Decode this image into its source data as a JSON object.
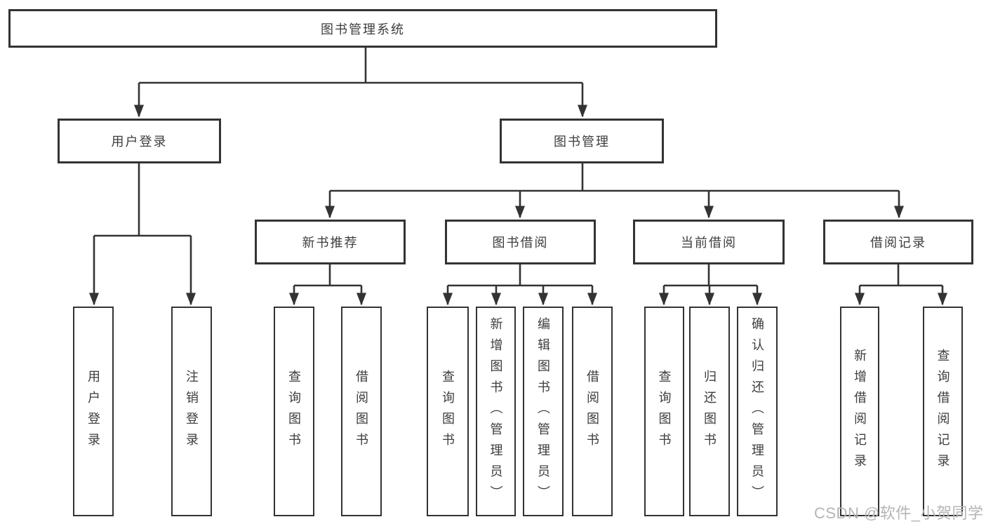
{
  "tree": {
    "root": {
      "label": "图书管理系统"
    },
    "branches": [
      {
        "label": "用户登录",
        "children": [
          {
            "label": "用户登录"
          },
          {
            "label": "注销登录"
          }
        ]
      },
      {
        "label": "图书管理",
        "children": [
          {
            "label": "新书推荐",
            "children": [
              {
                "label": "查询图书"
              },
              {
                "label": "借阅图书"
              }
            ]
          },
          {
            "label": "图书借阅",
            "children": [
              {
                "label": "查询图书"
              },
              {
                "label": "新增图书（管理员）"
              },
              {
                "label": "编辑图书（管理员）"
              },
              {
                "label": "借阅图书"
              }
            ]
          },
          {
            "label": "当前借阅",
            "children": [
              {
                "label": "查询图书"
              },
              {
                "label": "归还图书"
              },
              {
                "label": "确认归还（管理员）"
              }
            ]
          },
          {
            "label": "借阅记录",
            "children": [
              {
                "label": "新增借阅记录"
              },
              {
                "label": "查询借阅记录"
              }
            ]
          }
        ]
      }
    ]
  },
  "watermark": {
    "text": "CSDN @软件_小贺同学"
  },
  "style": {
    "line_color": "#333333",
    "box_background": "#ffffff",
    "text_color": "#3d3d3d",
    "watermark_color": "#b5b5b5"
  }
}
